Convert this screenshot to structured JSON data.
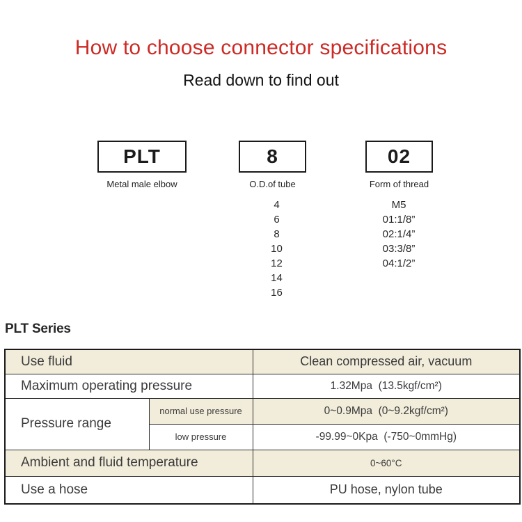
{
  "page": {
    "title": "How to choose connector specifications",
    "subtitle": "Read down to find out"
  },
  "colors": {
    "title_red": "#cd2a25",
    "table_beige": "#f2ecda",
    "border_dark": "#1a1a1a",
    "text_dark": "#3a3a3a"
  },
  "picker": {
    "segments": [
      {
        "code": "PLT",
        "label": "Metal male elbow"
      },
      {
        "code": "8",
        "label": "O.D.of tube"
      },
      {
        "code": "02",
        "label": "Form of thread"
      }
    ],
    "tube_sizes": [
      "4",
      "6",
      "8",
      "10",
      "12",
      "14",
      "16"
    ],
    "thread_options": [
      "M5",
      "01:1/8”",
      "02:1/4”",
      "03:3/8”",
      "04:1/2”"
    ]
  },
  "series": {
    "heading": "PLT Series"
  },
  "spec_table": {
    "rows": [
      {
        "label": "Use fluid",
        "value": "Clean compressed air, vacuum"
      },
      {
        "label": "Maximum operating pressure",
        "value": "1.32Mpa  (13.5kgf/cm²)"
      },
      {
        "label": "Pressure range",
        "sub_rows": [
          {
            "label": "normal use pressure",
            "value": "0~0.9Mpa  (0~9.2kgf/cm²)"
          },
          {
            "label": "low pressure",
            "value": "-99.99~0Kpa  (-750~0mmHg)"
          }
        ]
      },
      {
        "label": "Ambient and fluid temperature",
        "value": "0~60°C"
      },
      {
        "label": "Use a hose",
        "value": "PU hose, nylon tube"
      }
    ]
  }
}
